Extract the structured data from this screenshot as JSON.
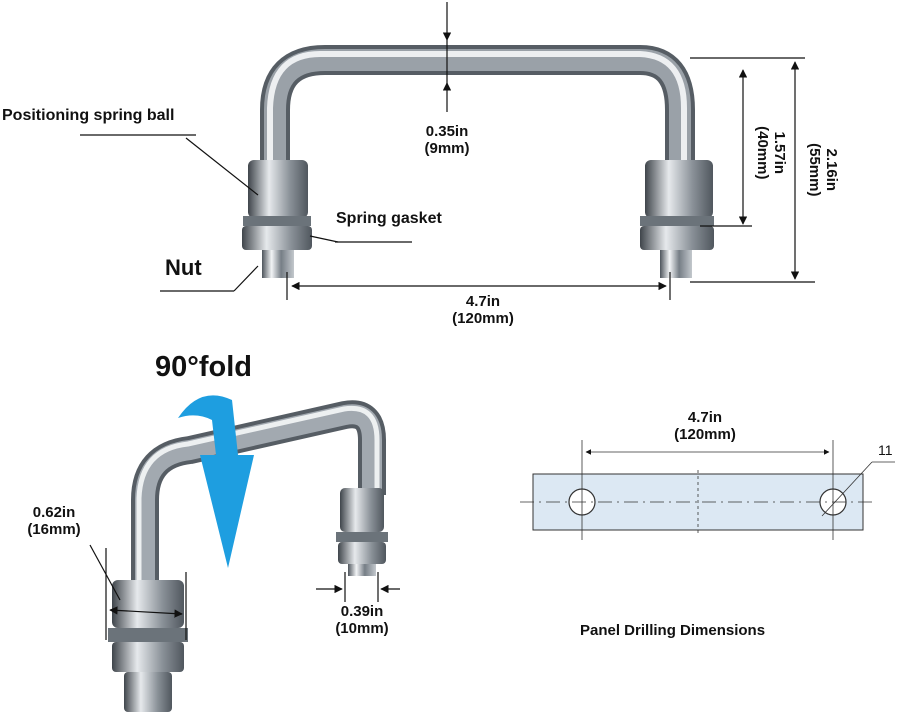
{
  "labels": {
    "positioning_spring_ball": "Positioning spring ball",
    "spring_gasket": "Spring gasket",
    "nut": "Nut",
    "fold": "90°fold",
    "panel_title": "Panel Drilling Dimensions"
  },
  "dimensions": {
    "rod_diameter": {
      "in": "0.35in",
      "mm": "(9mm)"
    },
    "width": {
      "in": "4.7in",
      "mm": "(120mm)"
    },
    "inner_height": {
      "in": "1.57in",
      "mm": "(40mm)"
    },
    "total_height": {
      "in": "2.16in",
      "mm": "(55mm)"
    },
    "base_width": {
      "in": "0.62in",
      "mm": "(16mm)"
    },
    "bolt_width": {
      "in": "0.39in",
      "mm": "(10mm)"
    },
    "hole_spacing": {
      "in": "4.7in",
      "mm": "(120mm)"
    },
    "hole_size": "11"
  },
  "colors": {
    "chrome_dark": "#5d646b",
    "chrome_light": "#f4f6f8",
    "arrow_blue": "#1e9ee0",
    "panel_fill": "#dce8f3"
  }
}
